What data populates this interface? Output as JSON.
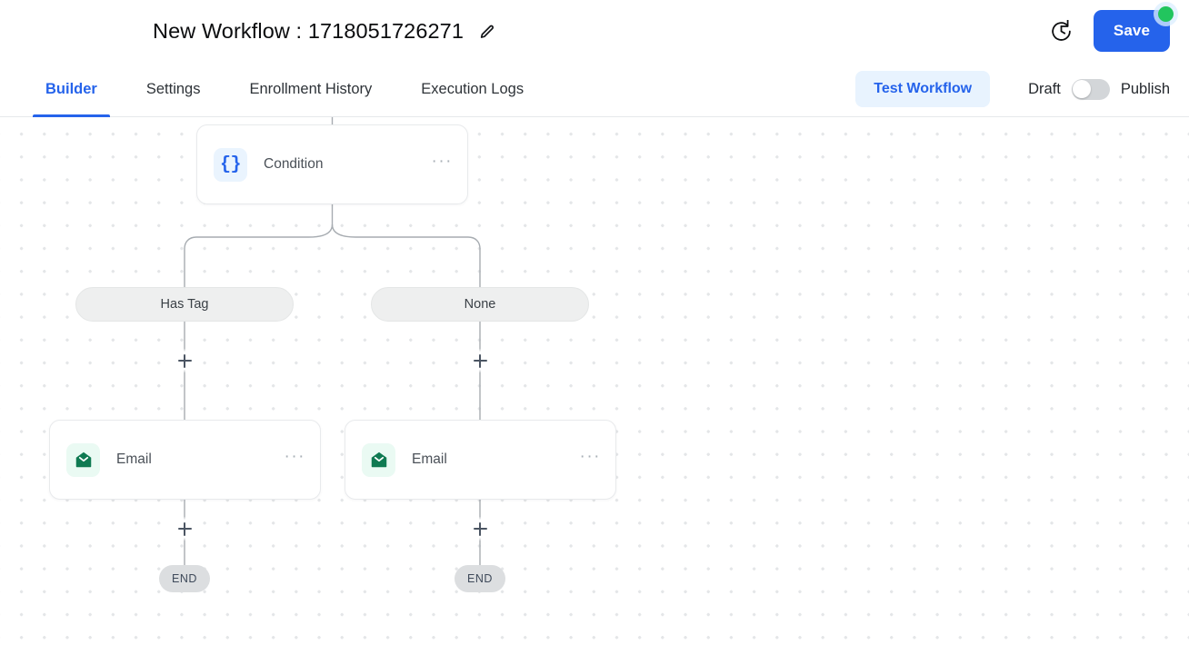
{
  "header": {
    "title": "New Workflow : 1718051726271",
    "edit_icon": "pencil-icon",
    "history_icon": "clock-history-icon",
    "save_label": "Save",
    "save_badge_color": "#22c55e"
  },
  "tabs": [
    {
      "label": "Builder",
      "active": true
    },
    {
      "label": "Settings",
      "active": false
    },
    {
      "label": "Enrollment History",
      "active": false
    },
    {
      "label": "Execution Logs",
      "active": false
    }
  ],
  "actions": {
    "test_workflow_label": "Test Workflow",
    "draft_label": "Draft",
    "publish_label": "Publish",
    "toggle_state": "off"
  },
  "canvas": {
    "nodes": [
      {
        "id": "condition",
        "label": "Condition",
        "icon": "braces-icon",
        "menu": "···"
      },
      {
        "id": "email_left",
        "label": "Email",
        "icon": "envelope-icon",
        "menu": "···"
      },
      {
        "id": "email_right",
        "label": "Email",
        "icon": "envelope-icon",
        "menu": "···"
      }
    ],
    "branches": [
      {
        "id": "has_tag",
        "label": "Has Tag"
      },
      {
        "id": "none",
        "label": "None"
      }
    ],
    "end_nodes": [
      {
        "id": "end_left",
        "label": "END"
      },
      {
        "id": "end_right",
        "label": "END"
      }
    ],
    "add_button_label": "+"
  },
  "colors": {
    "accent": "#2563eb",
    "accent_soft": "#e8f3fe",
    "email_icon": "#0f7a52",
    "email_icon_bg": "#eafaf3",
    "condition_icon_bg": "#eaf4fe",
    "pill_bg": "#eeefef",
    "end_bg": "#dcdee0",
    "edge": "#9aa0a6",
    "grid_dot": "#e4e6e8"
  }
}
